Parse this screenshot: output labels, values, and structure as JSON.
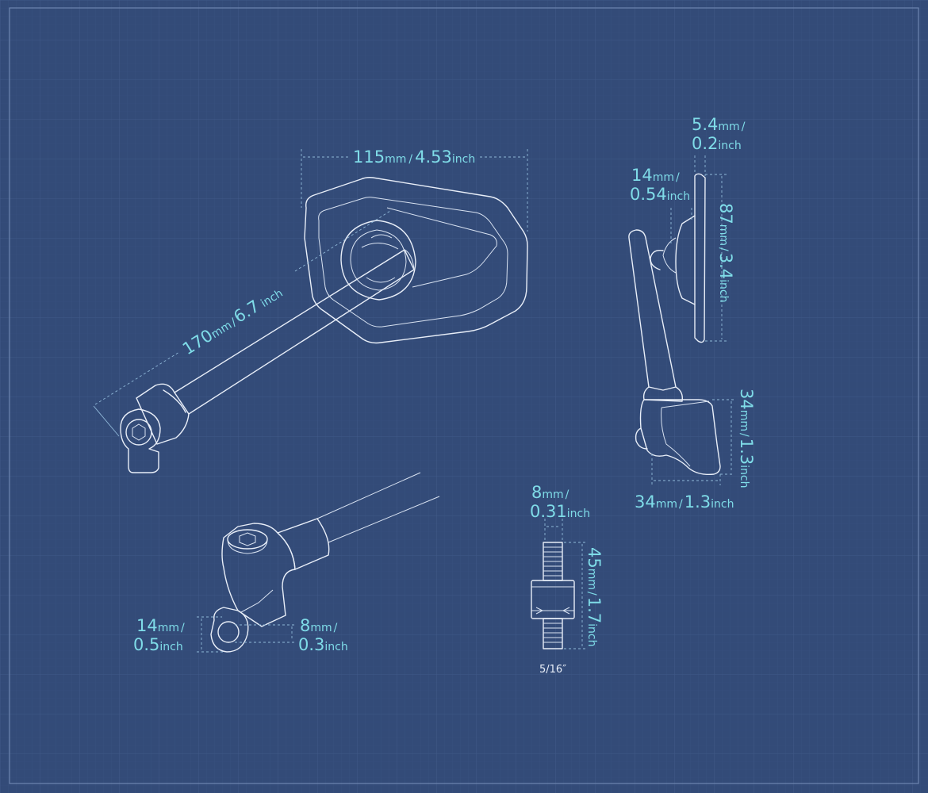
{
  "colors": {
    "background": "#334b78",
    "grid": "#3f5785",
    "line": "#e8eef8",
    "dimension_text": "#7fdce8",
    "dimension_line": "#8fb8d8"
  },
  "dimensions": {
    "mirror_width": {
      "value": "115",
      "unit": "mm",
      "sep": "/",
      "value2": "4.53",
      "unit2": "inch"
    },
    "arm_length": {
      "value": "170",
      "unit": "mm",
      "sep": "/",
      "value2": "6.7",
      "unit2": " inch"
    },
    "glass_thickness": {
      "value": "5.4",
      "unit": "mm",
      "sep": "/",
      "value2": "0.2",
      "unit2": "inch"
    },
    "mount_depth": {
      "value": "14",
      "unit": "mm",
      "sep": "/",
      "value2": "0.54",
      "unit2": "inch"
    },
    "mirror_height": {
      "value": "87",
      "unit": "mm",
      "sep": "/",
      "value2": "3.4",
      "unit2": "inch"
    },
    "clamp_height": {
      "value": "34",
      "unit": "mm",
      "sep": "/",
      "value2": "1.3",
      "unit2": "inch"
    },
    "clamp_width": {
      "value": "34",
      "unit": "mm",
      "sep": "/",
      "value2": "1.3",
      "unit2": "inch"
    },
    "bolt_diameter": {
      "value": "8",
      "unit": "mm",
      "sep": "/",
      "value2": "0.31",
      "unit2": "inch"
    },
    "bolt_length": {
      "value": "45",
      "unit": "mm",
      "sep": "/",
      "value2": "1.7",
      "unit2": "inch"
    },
    "bolt_thread": {
      "label": "5/16″"
    },
    "hole_outer": {
      "value": "14",
      "unit": "mm",
      "sep": "/",
      "value2": "0.5",
      "unit2": "inch"
    },
    "hole_inner": {
      "value": "8",
      "unit": "mm",
      "sep": "/",
      "value2": "0.3",
      "unit2": "inch"
    }
  }
}
